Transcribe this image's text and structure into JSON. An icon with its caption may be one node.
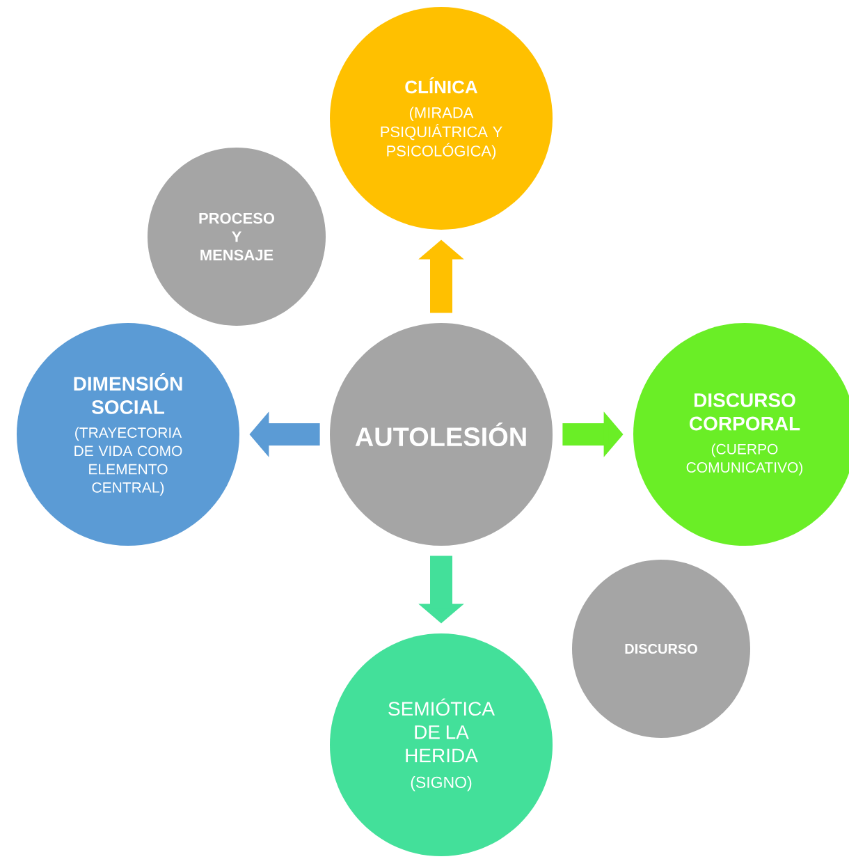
{
  "diagram": {
    "nodes": [
      {
        "text": [
          "CLÍNICA",
          "(MIRADA PSIQUIÁTRICA Y PSICOLÓGICA)"
        ]
      },
      {
        "text": [
          "PROCESO Y MENSAJE"
        ]
      },
      {
        "text": [
          "DIMENSIÓN SOCIAL",
          "(TRAYECTORIA DE VIDA COMO ELEMENTO CENTRAL)"
        ]
      },
      {
        "text": [
          "AUTOLESIÓN"
        ]
      },
      {
        "text": [
          "DISCURSO CORPORAL",
          "(CUERPO COMUNICATIVO)"
        ]
      },
      {
        "text": [
          "DISCURSO"
        ]
      },
      {
        "text": [
          "SEMIÓTICA DE LA HERIDA",
          "(SIGNO)"
        ]
      }
    ],
    "edges": [
      {
        "from": 3,
        "to": 0,
        "arrow": "to",
        "color": "#ffc000"
      },
      {
        "from": 3,
        "to": 2,
        "arrow": "to",
        "color": "#5b9bd5"
      },
      {
        "from": 3,
        "to": 4,
        "arrow": "to",
        "color": "#6aee26"
      },
      {
        "from": 3,
        "to": 6,
        "arrow": "to",
        "color": "#43e09a"
      }
    ]
  }
}
